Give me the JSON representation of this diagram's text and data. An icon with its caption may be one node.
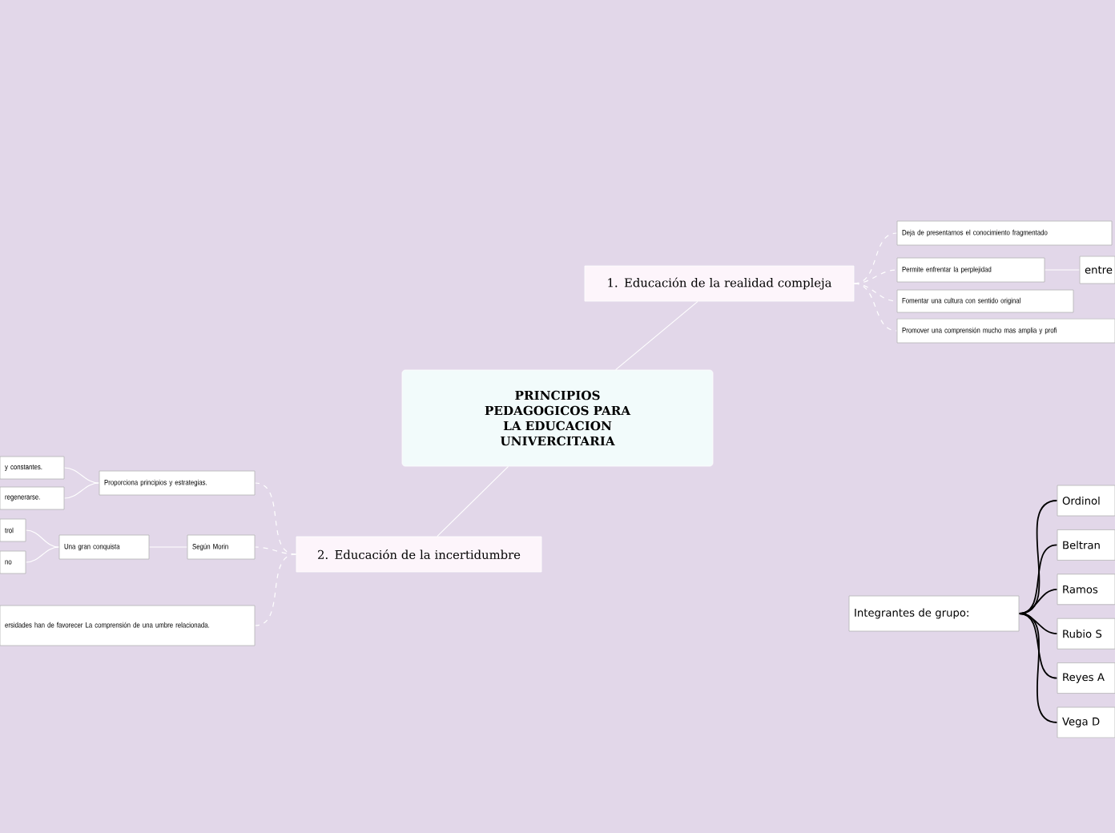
{
  "diagram": {
    "nodes": [
      {
        "text": [
          "PRINCIPIOS PEDAGOGICOS PARA LA EDUCACION UNIVERCITARIA"
        ]
      },
      {
        "text": [
          "1. Educación de la realidad compleja"
        ]
      },
      {
        "text": [
          "Deja de presentarnos el conocimiento fragmentado"
        ]
      },
      {
        "text": [
          "Permite enfrentar la perplejidad"
        ]
      },
      {
        "text": [
          "entre"
        ]
      },
      {
        "text": [
          "Fomentar una cultura con sentido original"
        ]
      },
      {
        "text": [
          "Promover una comprensión mucho mas amplia y profi"
        ]
      },
      {
        "text": [
          "2. Educación de la incertidumbre"
        ]
      },
      {
        "text": [
          "Proporciona principios y estrategias."
        ]
      },
      {
        "text": [
          "y constantes."
        ]
      },
      {
        "text": [
          "regenerarse."
        ]
      },
      {
        "text": [
          "Según Morin"
        ]
      },
      {
        "text": [
          "Una gran conquista"
        ]
      },
      {
        "text": [
          "trol"
        ]
      },
      {
        "text": [
          "no"
        ]
      },
      {
        "text": [
          "ersidades han de favorecer La comprensión de una umbre relacionada."
        ]
      },
      {
        "text": [
          "Integrantes de grupo:"
        ]
      },
      {
        "text": [
          "Ordinol"
        ]
      },
      {
        "text": [
          "Beltran"
        ]
      },
      {
        "text": [
          "Ramos"
        ]
      },
      {
        "text": [
          "Rubio S"
        ]
      },
      {
        "text": [
          "Reyes A"
        ]
      },
      {
        "text": [
          "Vega D"
        ]
      }
    ],
    "edges": [
      {
        "from": 0,
        "to": 1,
        "arrow": "none"
      },
      {
        "from": 0,
        "to": 7,
        "arrow": "none"
      },
      {
        "from": 1,
        "to": 2,
        "arrow": "none",
        "style": "dashed"
      },
      {
        "from": 1,
        "to": 3,
        "arrow": "none",
        "style": "dashed"
      },
      {
        "from": 1,
        "to": 5,
        "arrow": "none",
        "style": "dashed"
      },
      {
        "from": 1,
        "to": 6,
        "arrow": "none",
        "style": "dashed"
      },
      {
        "from": 3,
        "to": 4,
        "arrow": "none"
      },
      {
        "from": 7,
        "to": 8,
        "arrow": "none",
        "style": "dashed"
      },
      {
        "from": 7,
        "to": 11,
        "arrow": "none",
        "style": "dashed"
      },
      {
        "from": 7,
        "to": 15,
        "arrow": "none",
        "style": "dashed"
      },
      {
        "from": 8,
        "to": 9,
        "arrow": "none"
      },
      {
        "from": 8,
        "to": 10,
        "arrow": "none"
      },
      {
        "from": 11,
        "to": 12,
        "arrow": "none"
      },
      {
        "from": 12,
        "to": 13,
        "arrow": "none"
      },
      {
        "from": 12,
        "to": 14,
        "arrow": "none"
      },
      {
        "from": 16,
        "to": 17,
        "arrow": "none",
        "color": "#000000"
      },
      {
        "from": 16,
        "to": 18,
        "arrow": "none",
        "color": "#000000"
      },
      {
        "from": 16,
        "to": 19,
        "arrow": "none",
        "color": "#000000"
      },
      {
        "from": 16,
        "to": 20,
        "arrow": "none",
        "color": "#000000"
      },
      {
        "from": 16,
        "to": 21,
        "arrow": "none",
        "color": "#000000"
      },
      {
        "from": 16,
        "to": 22,
        "arrow": "none",
        "color": "#000000"
      }
    ]
  }
}
